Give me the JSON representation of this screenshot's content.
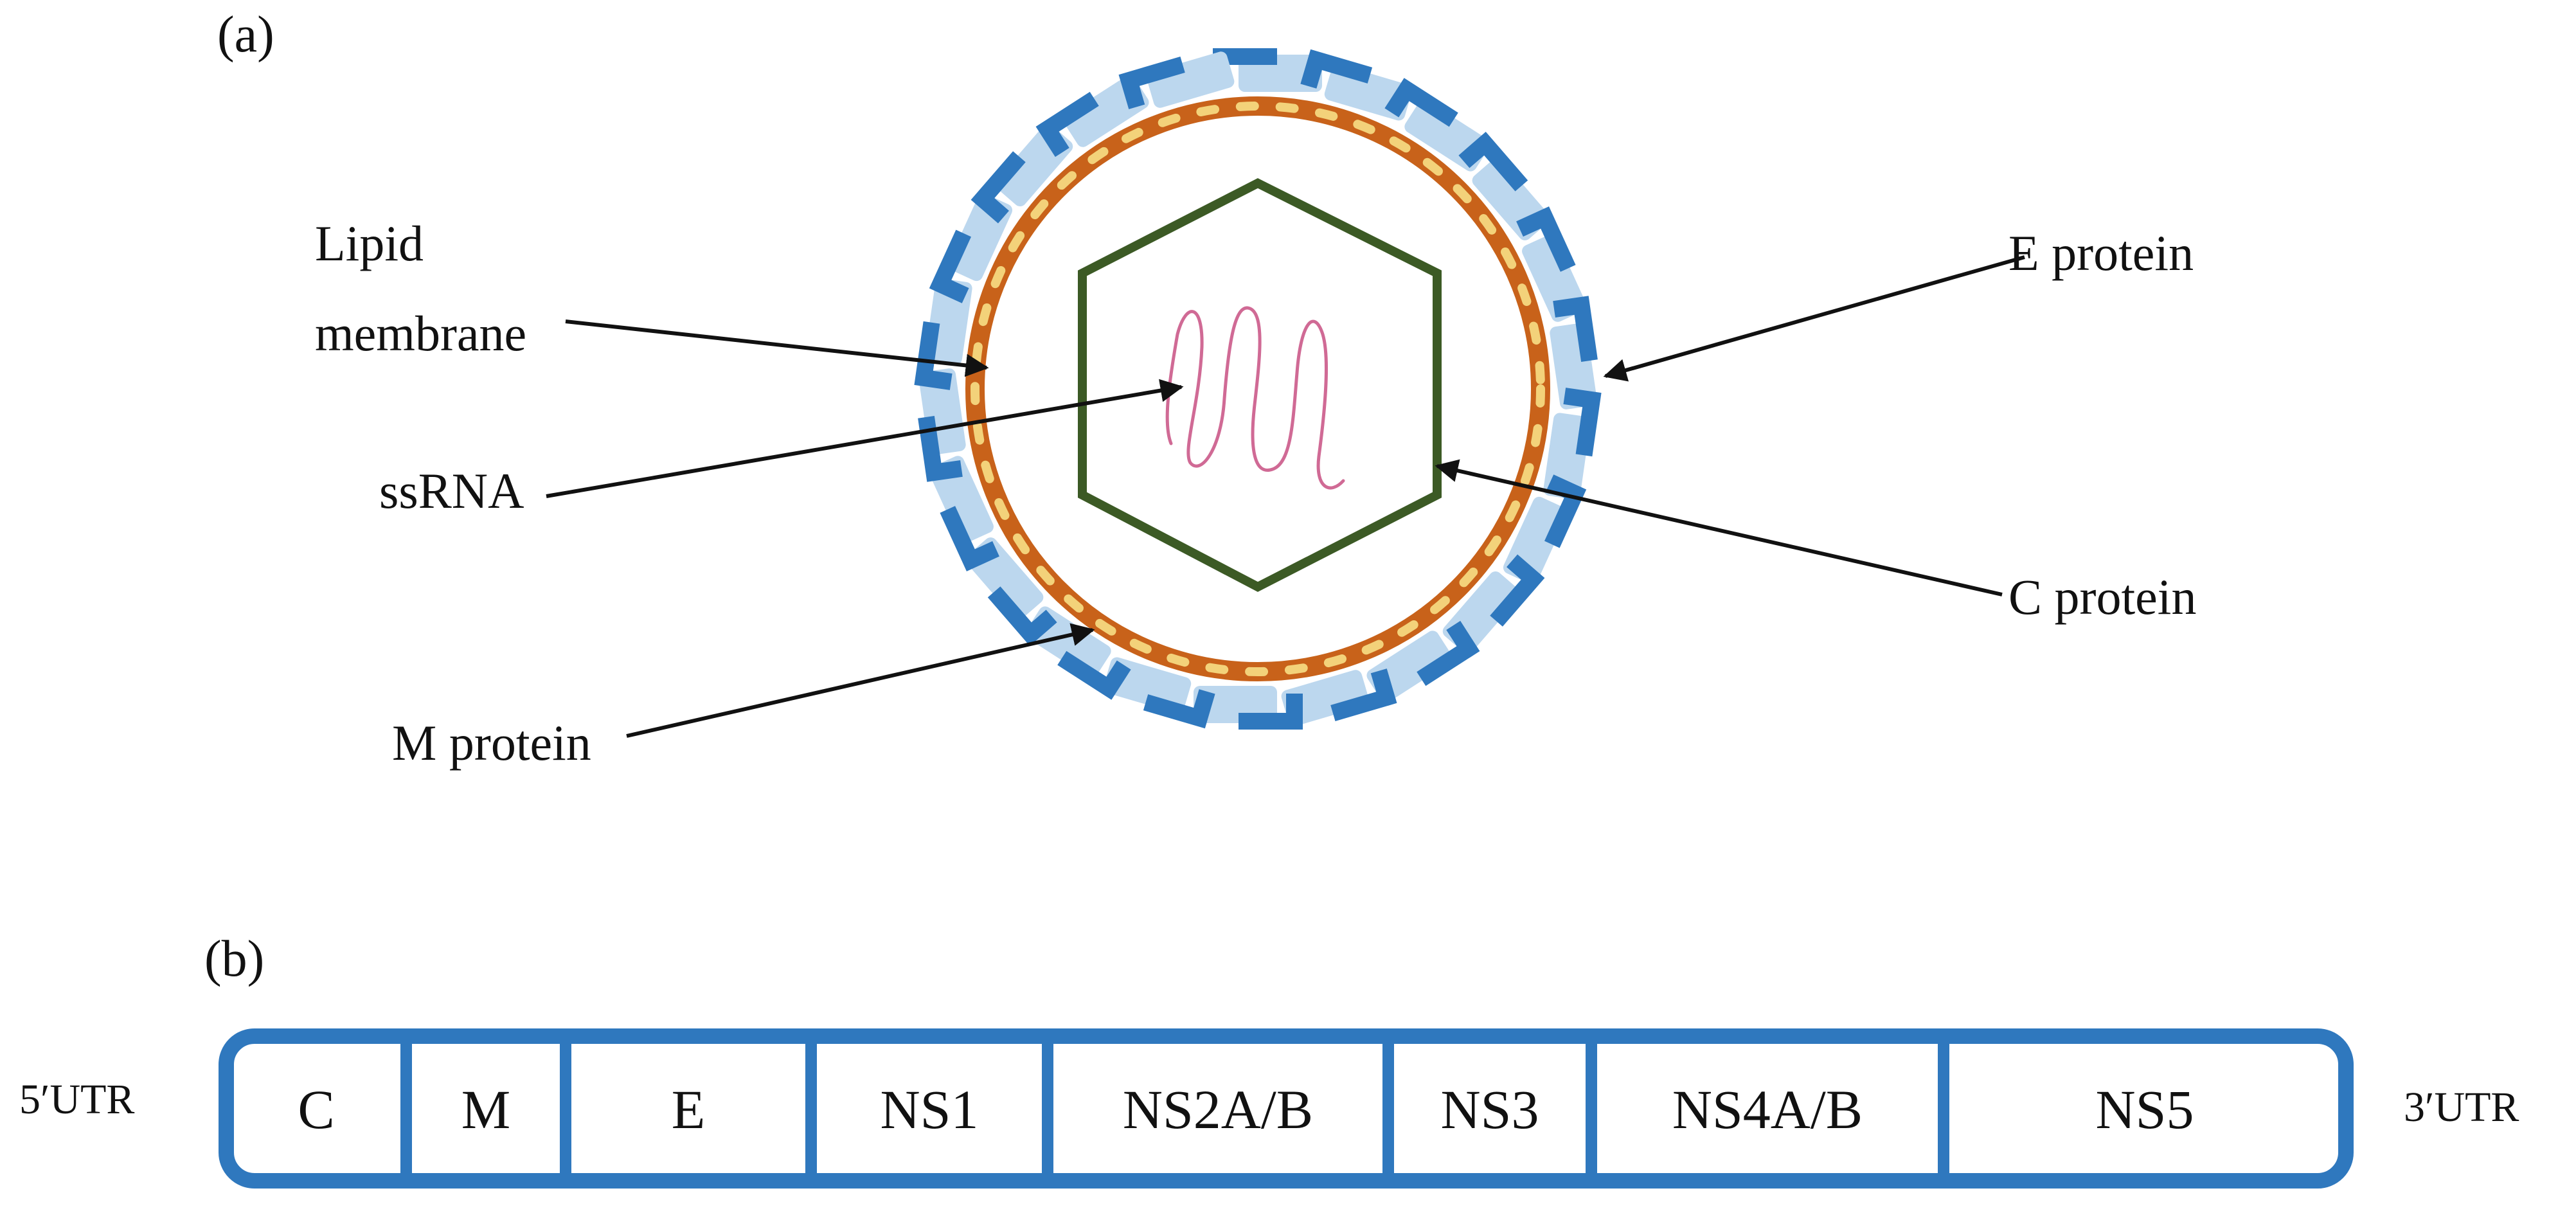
{
  "panel_a": {
    "label": "(a)",
    "labels": {
      "lipid_line1": "Lipid",
      "lipid_line2": "membrane",
      "ssrna": "ssRNA",
      "m_protein": "M protein",
      "e_protein": "E protein",
      "c_protein": "C protein"
    },
    "colors": {
      "e_protein_dark": "#2f78be",
      "e_protein_light": "#bcd7ee",
      "membrane_orange": "#c8621a",
      "membrane_yellow": "#f3d27a",
      "capsid_green": "#3c5a25",
      "rna_pink": "#d06a95"
    }
  },
  "panel_b": {
    "label": "(b)",
    "utr5": "5′UTR",
    "utr3": "3′UTR",
    "segments": [
      "C",
      "M",
      "E",
      "NS1",
      "NS2A/B",
      "NS3",
      "NS4A/B",
      "NS5"
    ],
    "colors": {
      "frame": "#2f78be"
    }
  }
}
